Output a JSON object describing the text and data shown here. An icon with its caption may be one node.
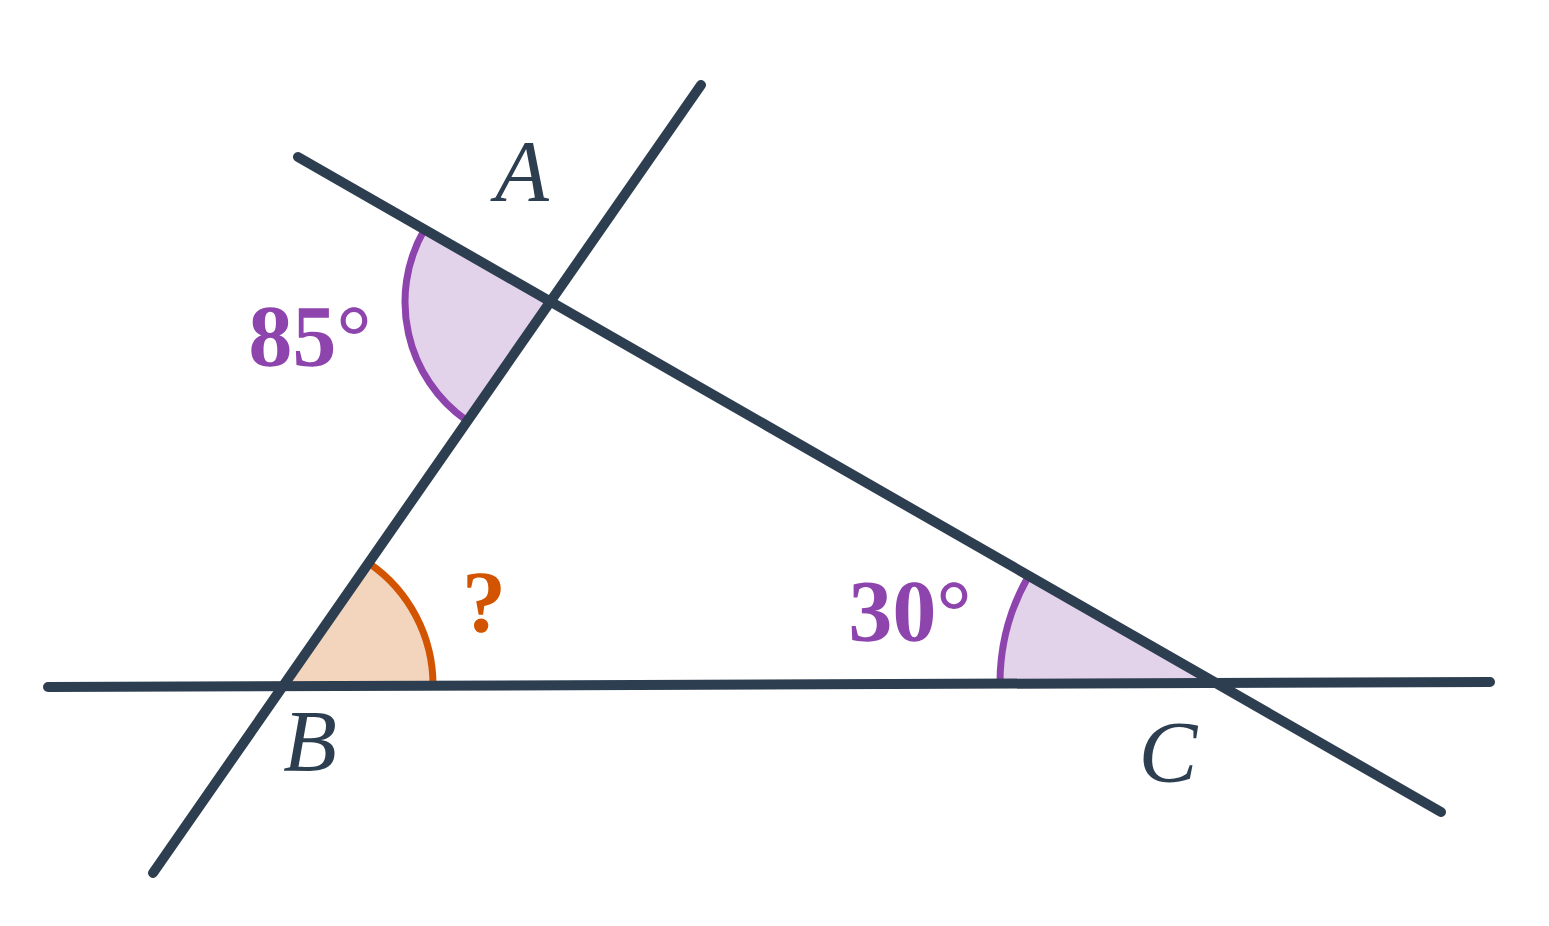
{
  "diagram": {
    "labels": [
      "A",
      "85°",
      "?",
      "30°",
      "B",
      "C"
    ]
  }
}
